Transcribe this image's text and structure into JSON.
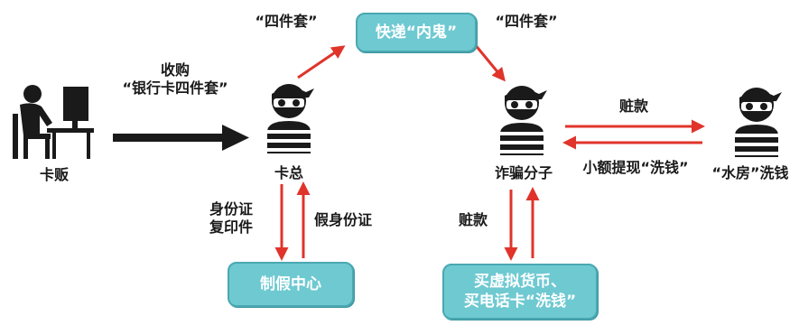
{
  "nodes": {
    "card_dealer": "卡贩",
    "card_boss": "卡总",
    "fraudster": "诈骗分子",
    "water_house": "“水房”洗钱"
  },
  "boxes": {
    "courier_insider": "快递“内鬼”",
    "fake_center": "制假中心",
    "crypto_launder": "买虚拟货币、\n买电话卡“洗钱”"
  },
  "edges": {
    "acquire": "收购\n“银行卡四件套”",
    "four_kit_left": "“四件套”",
    "four_kit_right": "“四件套”",
    "stolen_money": "赃款",
    "small_withdraw": "小额提现“洗钱”",
    "id_copy": "身份证\n复印件",
    "fake_id": "假身份证",
    "stolen_money_down": "赃款"
  },
  "colors": {
    "arrow_black": "#1a1a1a",
    "arrow_red": "#e0342b",
    "box_fill": "#6ec9d1"
  }
}
